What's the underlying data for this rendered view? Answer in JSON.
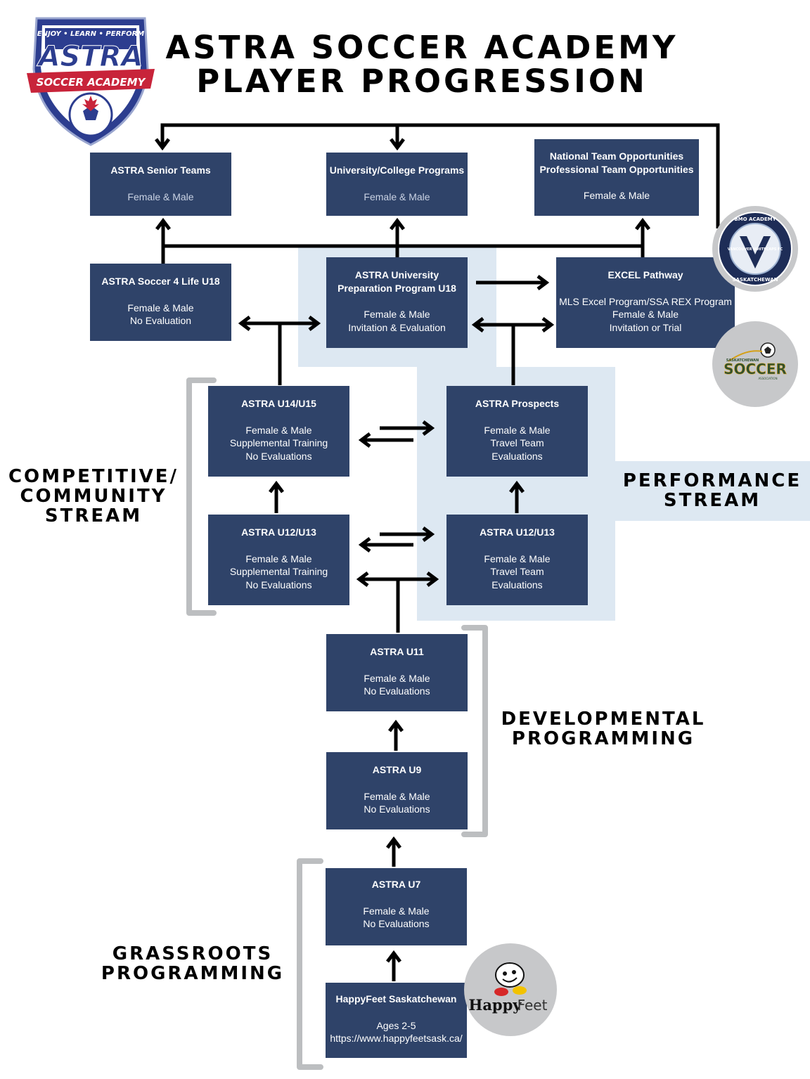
{
  "title": {
    "line1": "ASTRA SOCCER ACADEMY",
    "line2": "PLAYER PROGRESSION"
  },
  "logos": {
    "astra_crest": {
      "icon": "astra-soccer-academy-crest",
      "top_text": "ENJOY • LEARN • PERFORM",
      "name": "ASTRA",
      "banner": "SOCCER ACADEMY",
      "colors": {
        "navy": "#2c3d8f",
        "red": "#c8243a"
      }
    },
    "whitecaps": {
      "icon": "whitecaps-bmo-academy-badge",
      "ring_top": "BMO ACADEMY",
      "ring_bottom": "SASKATCHEWAN",
      "name": "VANCOUVER WHITECAPS FC"
    },
    "sask_soccer": {
      "icon": "saskatchewan-soccer-logo",
      "small": "SASKATCHEWAN",
      "name": "SOCCER",
      "sub": "ASSOCIATION"
    },
    "happyfeet": {
      "icon": "happyfeet-logo",
      "name_part1": "Happy",
      "name_part2": "Feet"
    }
  },
  "streams": {
    "competitive": [
      "COMPETITIVE/",
      "COMMUNITY",
      "STREAM"
    ],
    "performance": [
      "PERFORMANCE",
      "STREAM"
    ],
    "developmental": [
      "DEVELOPMENTAL",
      "PROGRAMMING"
    ],
    "grassroots": [
      "GRASSROOTS",
      "PROGRAMMING"
    ]
  },
  "boxes": {
    "senior": {
      "title": "ASTRA Senior Teams",
      "lines": [
        "Female & Male"
      ]
    },
    "university": {
      "title": "University/College Programs",
      "lines": [
        "Female & Male"
      ]
    },
    "national": {
      "title1": "National Team Opportunities",
      "title2": "Professional Team Opportunities",
      "lines": [
        "Female & Male"
      ]
    },
    "soccer4life": {
      "title": "ASTRA Soccer 4 Life U18",
      "lines": [
        "Female & Male",
        "No Evaluation"
      ]
    },
    "uprep": {
      "title1": "ASTRA University",
      "title2": "Preparation Program U18",
      "lines": [
        "Female & Male",
        "Invitation & Evaluation"
      ]
    },
    "excel": {
      "title": "EXCEL Pathway",
      "lines": [
        "MLS Excel Program/SSA REX Program",
        "Female & Male",
        "Invitation or Trial"
      ]
    },
    "u1415": {
      "title": "ASTRA U14/U15",
      "lines": [
        "Female & Male",
        "Supplemental Training",
        "No Evaluations"
      ]
    },
    "prospects": {
      "title": "ASTRA Prospects",
      "lines": [
        "Female & Male",
        "Travel Team",
        "Evaluations"
      ]
    },
    "u1213c": {
      "title": "ASTRA U12/U13",
      "lines": [
        "Female & Male",
        "Supplemental Training",
        "No Evaluations"
      ]
    },
    "u1213p": {
      "title": "ASTRA U12/U13",
      "lines": [
        "Female & Male",
        "Travel Team",
        "Evaluations"
      ]
    },
    "u11": {
      "title": "ASTRA U11",
      "lines": [
        "Female & Male",
        "No Evaluations"
      ]
    },
    "u9": {
      "title": "ASTRA U9",
      "lines": [
        "Female & Male",
        "No Evaluations"
      ]
    },
    "u7": {
      "title": "ASTRA U7",
      "lines": [
        "Female & Male",
        "No Evaluations"
      ]
    },
    "happyfeet": {
      "title": "HappyFeet Saskatchewan",
      "lines": [
        "Ages 2-5",
        "https://www.happyfeetsask.ca/"
      ]
    }
  },
  "colors": {
    "box": "#2f4369",
    "highlight": "#dde8f2",
    "bracket": "#bcbec0",
    "arrow": "#000000"
  }
}
